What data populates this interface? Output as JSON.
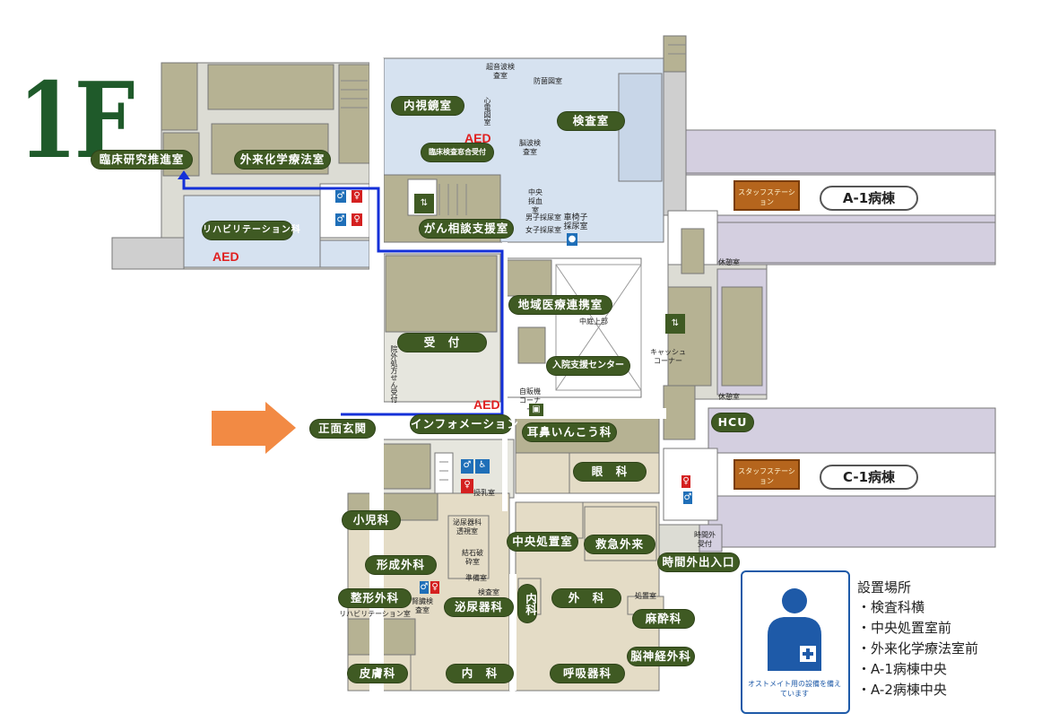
{
  "floor": "1F",
  "rooms": {
    "clinical_research": "臨床研究推進室",
    "outpatient_chemo": "外来化学療法室",
    "rehabilitation": "リハビリテーション科",
    "endoscopy": "内視鏡室",
    "lab_reception": "臨床検査窓合受付",
    "exam_room": "検査室",
    "cancer_consult": "がん相談支援室",
    "regional_liaison": "地域医療連携室",
    "reception": "受　付",
    "admission_support": "入院支援センター",
    "main_entrance": "正面玄関",
    "information": "インフォメーション",
    "ent": "耳鼻いんこう科",
    "ophthalmology": "眼　科",
    "pediatrics": "小児科",
    "plastic_surgery": "形成外科",
    "orthopedics": "整形外科",
    "rehab_room": "リハビリテーション室",
    "central_treatment": "中央処置室",
    "emergency": "救急外来",
    "night_entrance": "時間外出入口",
    "internal_small": "内科",
    "surgery": "外　科",
    "urology": "泌尿器科",
    "anesthesiology": "麻酔科",
    "neurosurgery": "脳神経外科",
    "dermatology": "皮膚科",
    "internal_medicine": "内　科",
    "respiratory": "呼吸器科",
    "hcu": "HCU"
  },
  "small_labels": {
    "ultrasound": "超音波検査室",
    "anti_pathogen": "防菌図室",
    "ecg": "心電図室",
    "brainwave": "脳波検査室",
    "central_blood": "中央採血室",
    "male_urine": "男子採尿室",
    "female_urine": "女子採尿室",
    "wheelchair_urine": "車椅子採尿室",
    "courtyard": "中庭上部",
    "cashier": "キャッシュコーナー",
    "vending": "自販機コーナー",
    "outside_rx": "院外処方せん受付",
    "urology_xray": "泌尿器科透視室",
    "lithotripsy": "結石破砕室",
    "prep_room": "準備室",
    "inspection": "検査室",
    "treatment": "処置室",
    "breastfeeding": "授乳室",
    "kidney_exam": "腎臓検査室",
    "night_reception": "時間外受付",
    "rest_room_1": "休憩室",
    "rest_room_2": "休憩室",
    "staff_station": "スタッフステーション"
  },
  "wards": {
    "a1": "A-1病棟",
    "c1": "C-1病棟"
  },
  "aed_text": "AED",
  "legend": {
    "title": "設置場所",
    "items": [
      "・検査科横",
      "・中央処置室前",
      "・外来化学療法室前",
      "・A-1病棟中央",
      "・A-2病棟中央"
    ],
    "note": "オストメイト用の設備を備えています"
  },
  "colors": {
    "label_green": "#3f5a23",
    "room_olive": "#b6b293",
    "room_blue": "#d6e2f0",
    "room_beige": "#e4dcc6",
    "ward_lavender": "#d4cfe0",
    "route_blue": "#1430d8",
    "arrow_orange": "#f28a44",
    "aed_red": "#e02020"
  }
}
